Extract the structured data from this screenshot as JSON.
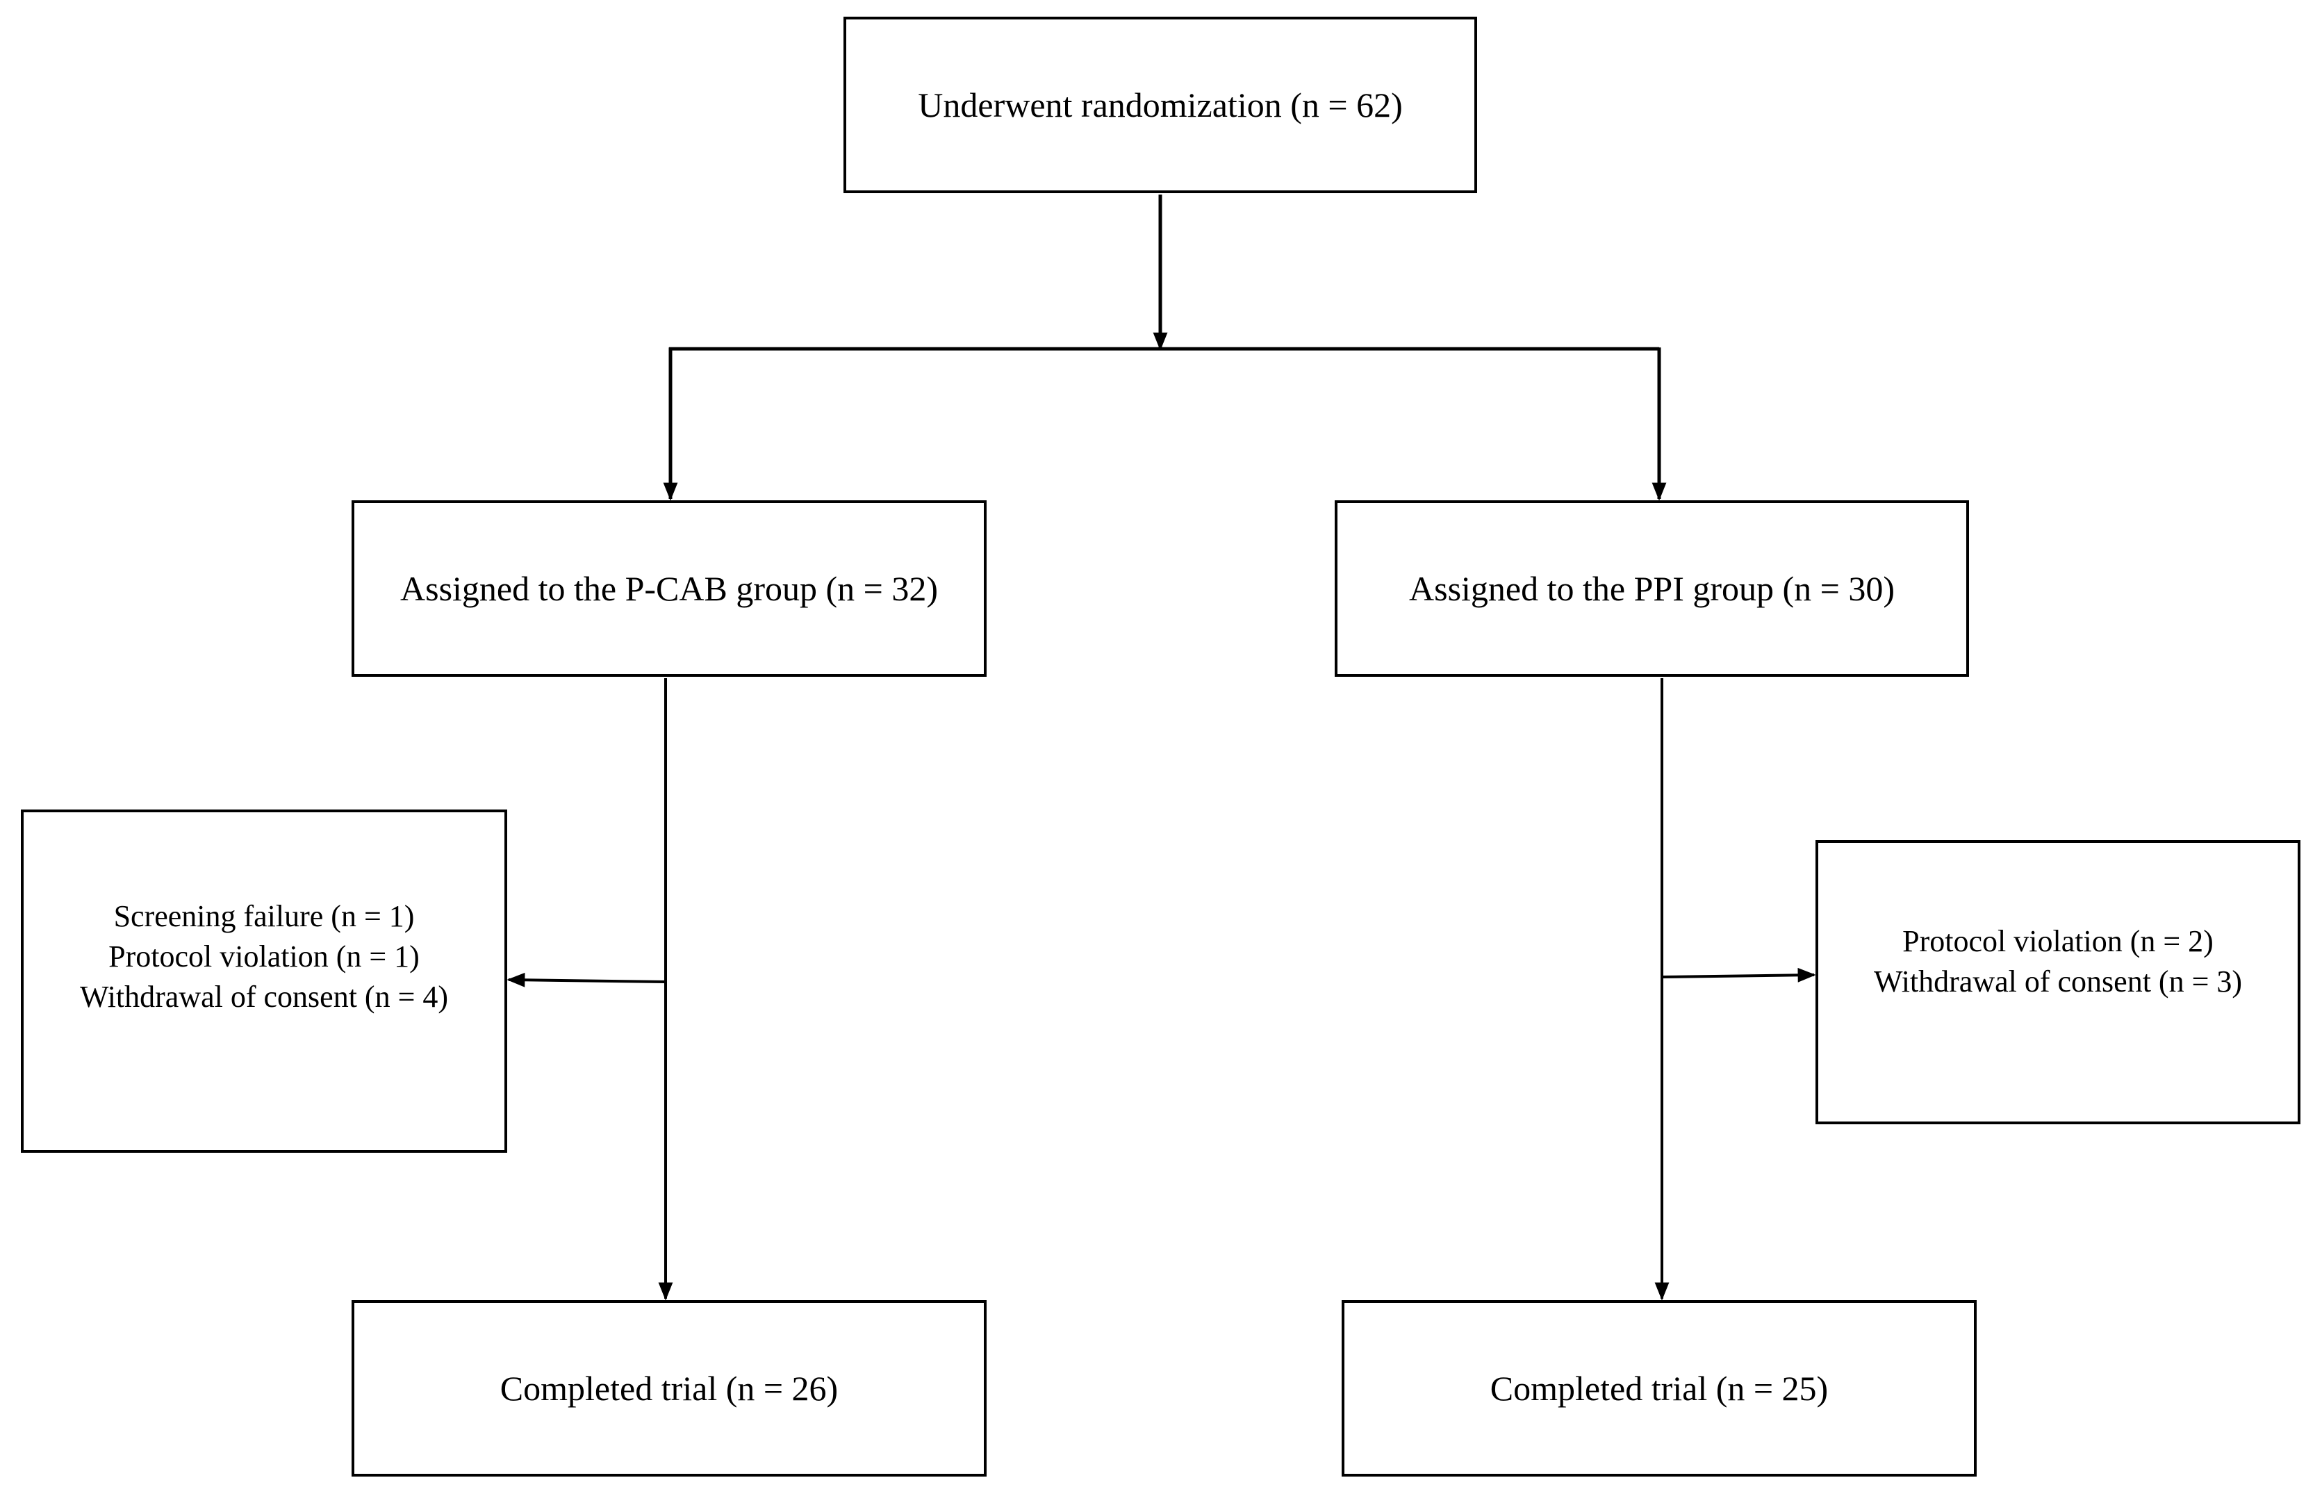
{
  "diagram": {
    "randomization": {
      "label": "Underwent randomization (n = 62)"
    },
    "pcab_group": {
      "label": "Assigned to the P-CAB group (n = 32)"
    },
    "ppi_group": {
      "label": "Assigned to the PPI group (n = 30)"
    },
    "pcab_exclusions": {
      "lines": [
        "Screening failure (n = 1)",
        "Protocol violation (n = 1)",
        "Withdrawal of consent (n = 4)"
      ]
    },
    "ppi_exclusions": {
      "lines": [
        "Protocol violation (n = 2)",
        "Withdrawal of consent (n = 3)"
      ]
    },
    "pcab_completed": {
      "label": "Completed trial (n = 26)"
    },
    "ppi_completed": {
      "label": "Completed trial (n = 25)"
    }
  },
  "colors": {
    "line": "#000000",
    "box_border": "#000000",
    "background": "#ffffff"
  }
}
